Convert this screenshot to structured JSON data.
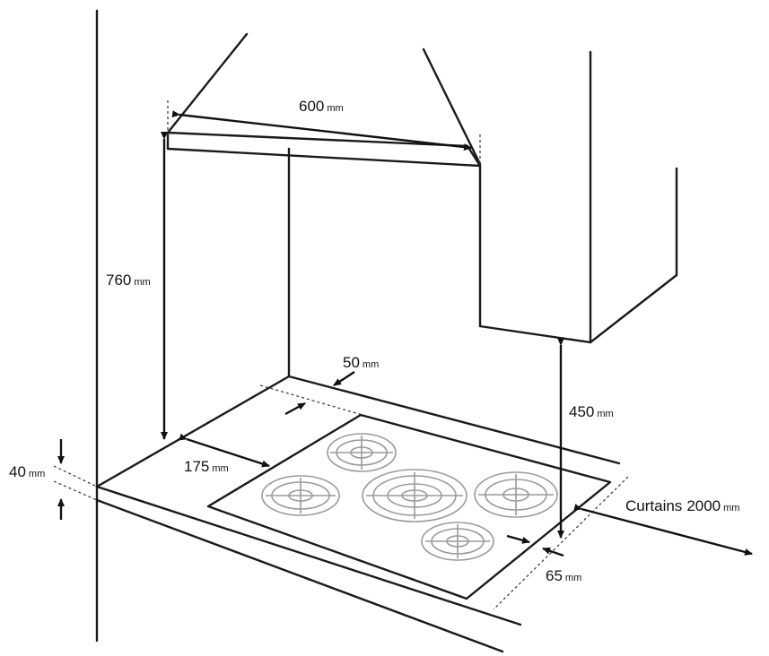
{
  "unit": "mm",
  "dimensions": {
    "hood_width": "600",
    "hood_height": "760",
    "edge_clearance_back": "50",
    "side_clearance": "175",
    "countertop_thickness": "40",
    "cabinet_clearance": "450",
    "curtains_label": "Curtains",
    "curtains_distance": "2000",
    "edge_clearance_side": "65"
  }
}
